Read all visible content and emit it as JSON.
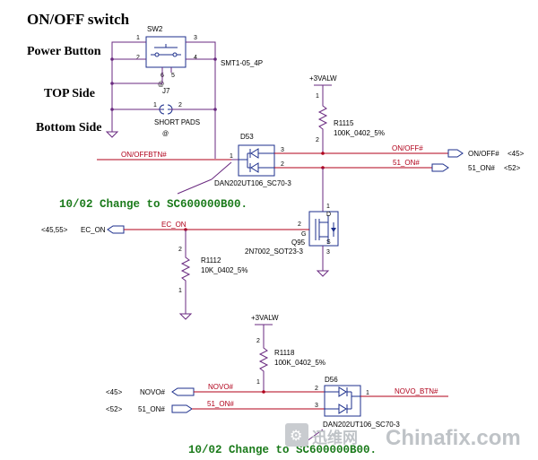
{
  "title": "ON/OFF switch",
  "labels": {
    "power_button": "Power Button",
    "top_side": "TOP Side",
    "bottom_side": "Bottom Side"
  },
  "sw2": {
    "ref": "SW2",
    "part": "SMT1-05_4P",
    "pins": [
      "1",
      "2",
      "3",
      "4",
      "6",
      "5"
    ]
  },
  "j7": {
    "ref": "J7",
    "part": "SHORT PADS",
    "pins": [
      "1",
      "2"
    ],
    "marker": "@"
  },
  "sw_marker": "@",
  "d53": {
    "ref": "D53",
    "part": "DAN202UT106_SC70-3",
    "pins": [
      "1",
      "3",
      "2"
    ]
  },
  "d56": {
    "ref": "D56",
    "part": "DAN202UT106_SC70-3",
    "pins": [
      "1",
      "2",
      "3"
    ]
  },
  "r1115": {
    "ref": "R1115",
    "value": "100K_0402_5%",
    "pins": [
      "1",
      "2"
    ]
  },
  "r1112": {
    "ref": "R1112",
    "value": "10K_0402_5%",
    "pins": [
      "2",
      "1"
    ]
  },
  "r1118": {
    "ref": "R1118",
    "value": "100K_0402_5%",
    "pins": [
      "2",
      "1"
    ]
  },
  "q95": {
    "ref": "Q95",
    "part": "2N7002_SOT23-3",
    "pins": [
      "2",
      "G",
      "D",
      "S",
      "1",
      "3"
    ]
  },
  "rails": {
    "top": "+3VALW",
    "bottom": "+3VALW"
  },
  "nets": {
    "onoffbtn": "ON/OFFBTN#",
    "onoff": "ON/OFF#",
    "on51": "51_ON#",
    "ec_on": "EC_ON",
    "novo": "NOVO#",
    "on51_b": "51_ON#",
    "novo_btn": "NOVO_BTN#"
  },
  "ports": {
    "onoff_name": "ON/OFF#",
    "onoff_ref": "<45>",
    "on51_name": "51_ON#",
    "on51_ref": "<52>",
    "ec_on_ref": "<45,55>",
    "ec_on_name": "EC_ON",
    "novo_ref": "<45>",
    "novo_name": "NOVO#",
    "on51b_ref": "<52>",
    "on51b_name": "51_ON#"
  },
  "notes": {
    "change1": "10/02 Change to SC600000B00.",
    "change2": "10/02 Change to SC600000B00."
  },
  "watermark": {
    "cn": "迅维网",
    "en": "Chinafix.com"
  },
  "colors": {
    "wire": "#6a2a80",
    "net": "#b0001a",
    "component": "#1c2f8c",
    "note": "#1a7a1a"
  }
}
